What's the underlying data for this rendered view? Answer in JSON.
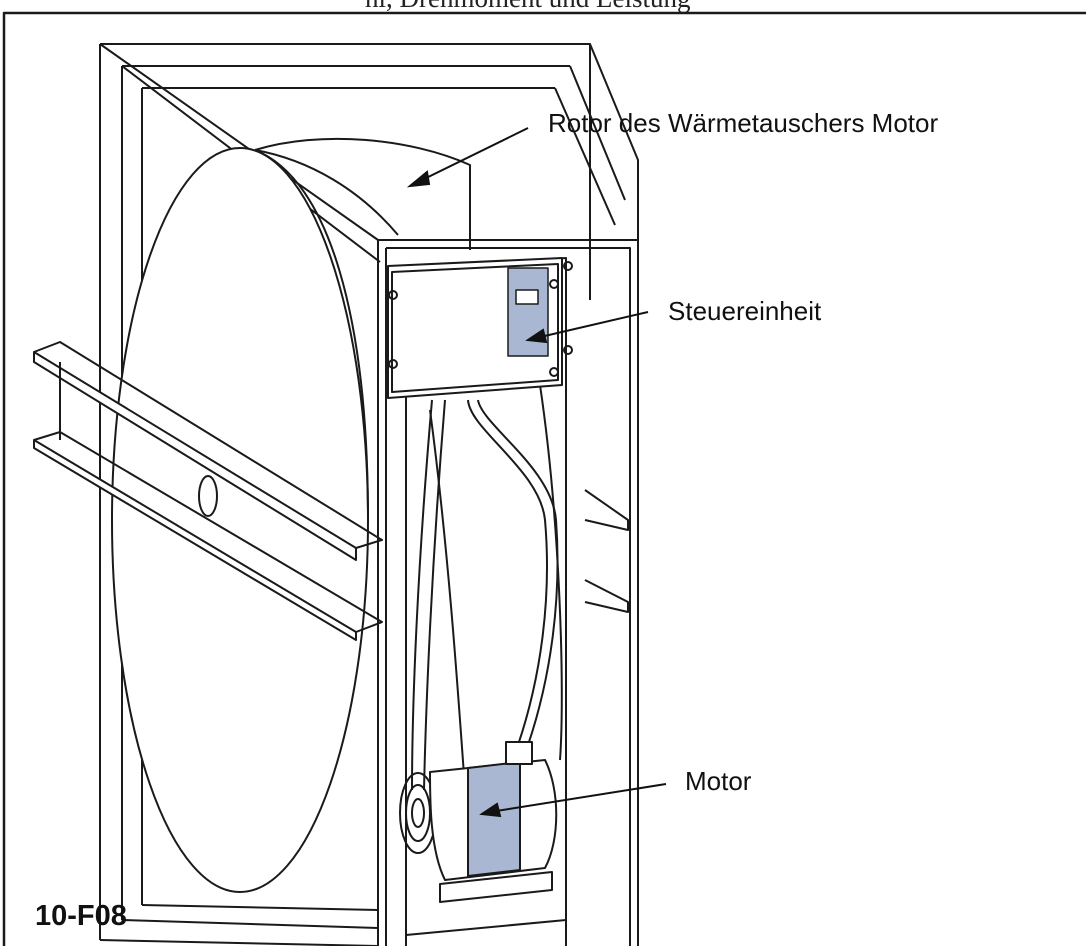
{
  "figure": {
    "top_text_fragment": "hl, Drehmoment und Leistung",
    "figure_code": "10-F08",
    "labels": {
      "rotor": "Rotor des Wärmetauschers Motor",
      "control_unit": "Steuereinheit",
      "motor": "Motor"
    }
  },
  "colors": {
    "line": "#1a1a1a",
    "highlight": "#a9b7d3",
    "background": "#ffffff"
  }
}
